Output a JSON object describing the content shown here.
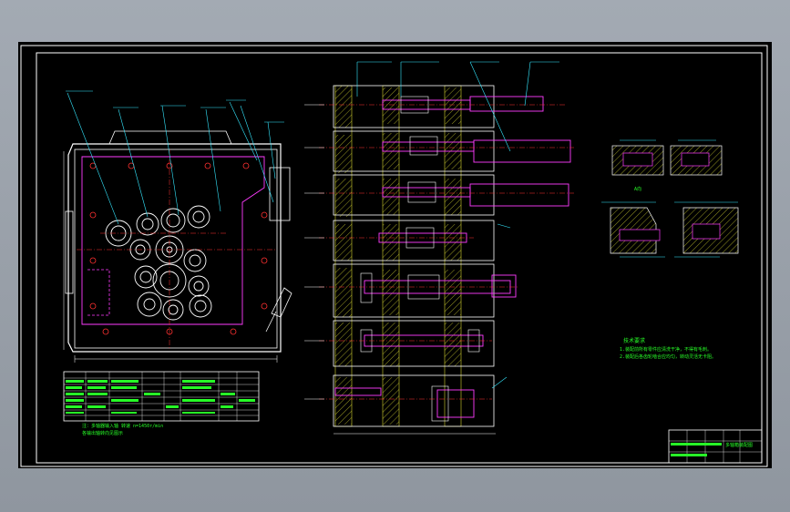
{
  "colors": {
    "background": "#000000",
    "frame": "#ffffff",
    "section_line": "#ff3cff",
    "center_line": "#ff3030",
    "hatch": "#ffff3a",
    "leader": "#35e8ff",
    "notes": "#27ff27",
    "window": "#9aa1aa"
  },
  "views": {
    "front_view": "gear-housing-front-view",
    "section_view": "shaft-section-view",
    "detail_top": "detail-a",
    "detail_bottom": "detail-b"
  },
  "notes": {
    "title": "技术要求",
    "lines": [
      "1.装配前所有零件应清洗干净，不得有毛刺。",
      "2.装配后各齿轮啮合应均匀，转动灵活无卡阻。"
    ]
  },
  "bom_caption": [
    "注：多轴器输入轴 转速 n=1450r/min",
    "各输出轴转向见图示"
  ],
  "detail_caption": "A向",
  "title_block": {
    "name": "多轴箱装配图"
  }
}
